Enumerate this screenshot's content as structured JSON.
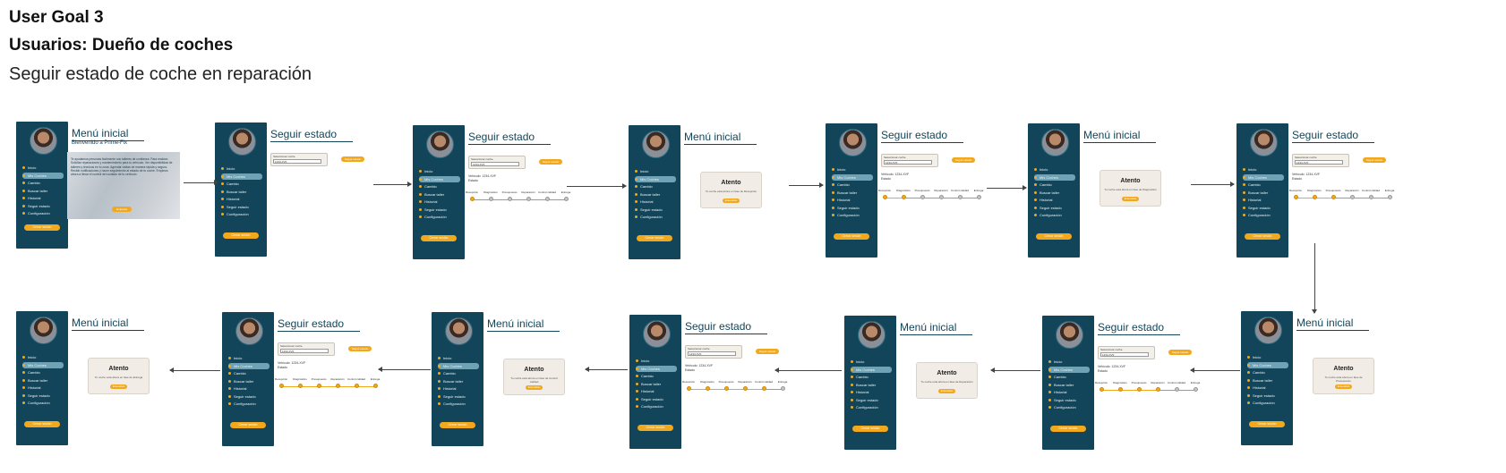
{
  "header": {
    "goal": "User Goal 3",
    "users": "Usuarios: Dueño de coches",
    "task": "Seguir estado de coche en reparación"
  },
  "common": {
    "menu_items": [
      "Inicio",
      "Mis Coches",
      "Cambio",
      "Buscar taller",
      "Historial",
      "Seguir estado",
      "Configuración"
    ],
    "cerrar": "Cerrar sesión",
    "title_menu": "Menú inicial",
    "title_seguir": "Seguir estado",
    "select_label": "Seleccionar coche",
    "select_value": "1234-XVF",
    "seguir_button": "Seguir estado",
    "vehicle_line1": "Vehículo: 1234-XVF",
    "vehicle_line2": "Estado",
    "steps": [
      "Recepción",
      "Diagnóstico",
      "Presupuesto",
      "Reparación",
      "Control calidad",
      "Entrega"
    ],
    "dialog_title": "Atento",
    "dialog_button": "Entendido",
    "colors": {
      "sidebar": "#124559",
      "accent": "#f2a81d",
      "active_item": "#6fa2b4",
      "dialog_bg": "#f1ece5"
    }
  },
  "welcome": {
    "subtitle": "Bienvenido a Prime-Fix",
    "text": "Te ayudamos personas fácilmente con talleres de confianza. Para realizar: Solicitar reparaciones y mantenimiento para tu vehículo. Ver disponibilidad de talleres y técnicos en tu zona. Agendar visitas de manera rápida y segura. Recibir notificaciones y hacer seguimiento al estado de tu coche. Empieza ahora a llevar el control del cuidado de tu vehículo.",
    "button": "Empezar"
  },
  "dialogs": {
    "d1": "Tu coche está ahora en fase de Recepción",
    "d2": "Tu coche está ahora en fase de Diagnóstico",
    "d3": "Tu coche está ahora en fase de Presupuesto",
    "d4": "Tu coche está ahora en fase de Reparación",
    "d5": "Tu coche está ahora en fase de Control calidad",
    "d6": "Tu coche está ahora en fase de Entrega"
  },
  "progress": {
    "f3": 1,
    "f5": 2,
    "f7": 3,
    "f9": 4,
    "f11": 5,
    "f13": 6
  }
}
